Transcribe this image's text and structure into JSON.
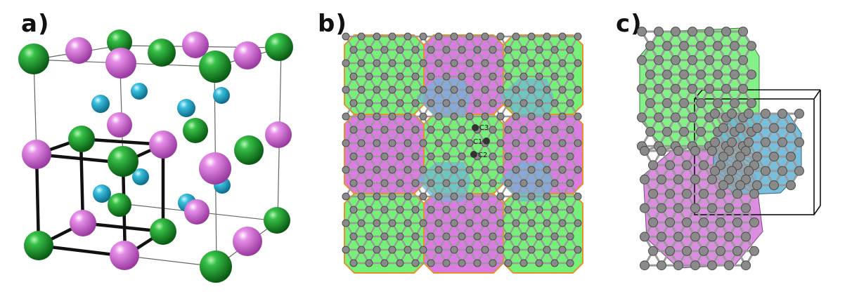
{
  "panels": [
    {
      "id": "a",
      "label": "a)"
    },
    {
      "id": "b",
      "label": "b)",
      "atom_labels": [
        "C3",
        "C1",
        "C2"
      ]
    },
    {
      "id": "c",
      "label": "c)"
    }
  ],
  "colors": {
    "green_atom": "#1e9a2c",
    "magenta_atom": "#d86ad8",
    "cyan_atom": "#2fb4d4",
    "green_cage": "#77f07a",
    "magenta_cage": "#d97ee0",
    "blue_cage": "#6ab8d8",
    "carbon_atom": "#8a8a8a",
    "bond": "#9a9a9a",
    "orange_bond": "#e8902a"
  }
}
